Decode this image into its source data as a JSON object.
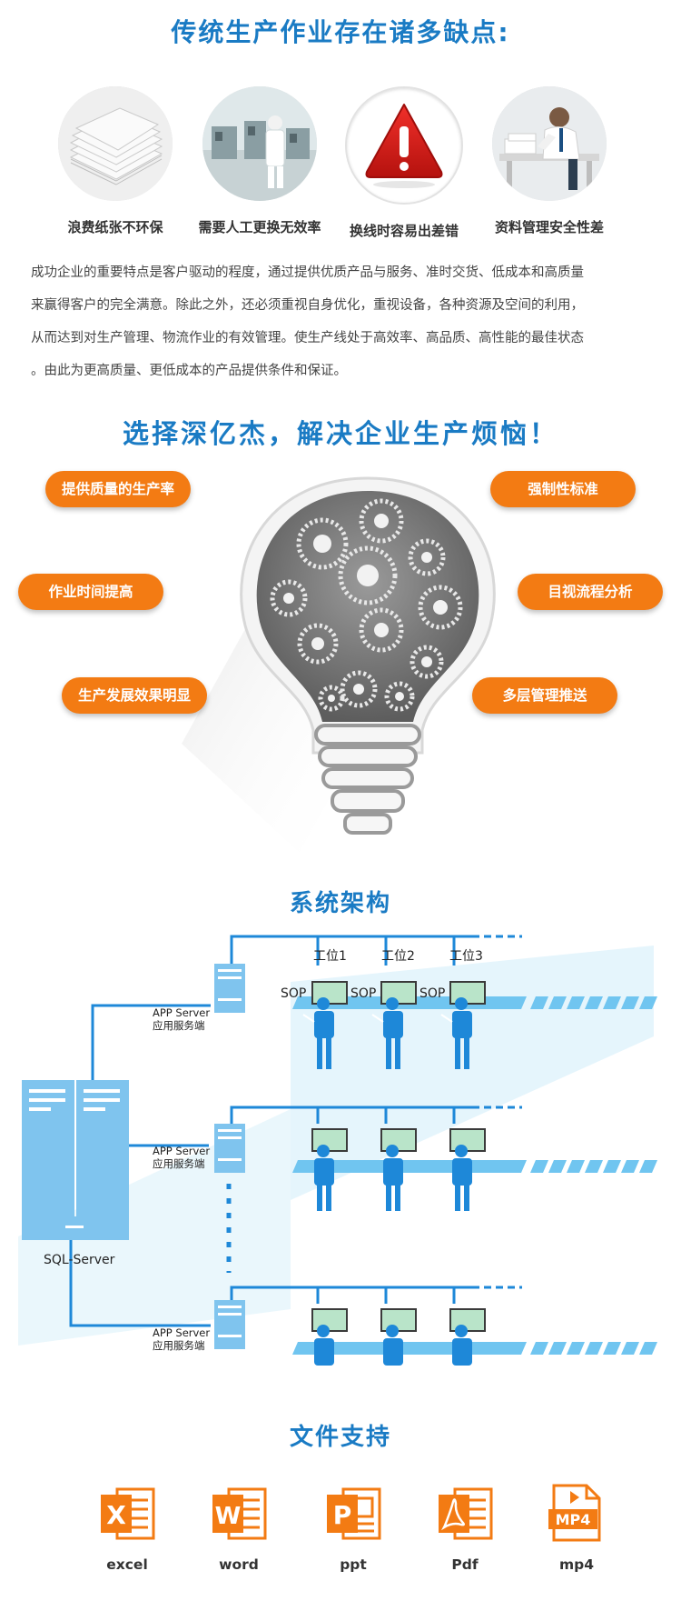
{
  "titles": {
    "drawbacks": "传统生产作业存在诸多缺点:",
    "solution": "选择深亿杰，解决企业生产烦恼！",
    "architecture": "系统架构",
    "files": "文件支持"
  },
  "drawbacks": [
    {
      "label": "浪费纸张不环保",
      "icon": "paper-stack-icon"
    },
    {
      "label": "需要人工更换无效率",
      "icon": "factory-worker-icon"
    },
    {
      "label": "换线时容易出差错",
      "icon": "warning-icon"
    },
    {
      "label": "资料管理安全性差",
      "icon": "stressed-office-worker-icon"
    }
  ],
  "intro": [
    "成功企业的重要特点是客户驱动的程度，通过提供优质产品与服务、准时交货、低成本和高质量",
    "来赢得客户的完全满意。除此之外，还必须重视自身优化，重视设备，各种资源及空间的利用，",
    "从而达到对生产管理、物流作业的有效管理。使生产线处于高效率、高品质、高性能的最佳状态",
    "。由此为更高质量、更低成本的产品提供条件和保证。"
  ],
  "benefits": {
    "left": [
      "提供质量的生产率",
      "作业时间提高",
      "生产发展效果明显"
    ],
    "right": [
      "强制性标准",
      "目视流程分析",
      "多层管理推送"
    ]
  },
  "architecture": {
    "stations": [
      "工位1",
      "工位2",
      "工位3"
    ],
    "sop": [
      "SOP",
      "SOP",
      "SOP"
    ],
    "app_server": "APP Server",
    "app_server_cn": "应用服务端",
    "db_server": "SQL-Server"
  },
  "files": [
    {
      "label": "excel",
      "letter": "X",
      "icon": "excel-icon"
    },
    {
      "label": "word",
      "letter": "W",
      "icon": "word-icon"
    },
    {
      "label": "ppt",
      "letter": "P",
      "icon": "ppt-icon"
    },
    {
      "label": "Pdf",
      "letter": "",
      "icon": "pdf-icon"
    },
    {
      "label": "mp4",
      "letter": "MP4",
      "icon": "mp4-icon"
    }
  ],
  "colors": {
    "accent": "#1a7bc4",
    "orange": "#f37b13",
    "network": "#1e88d8",
    "pc_screen": "#b9e4c9"
  }
}
